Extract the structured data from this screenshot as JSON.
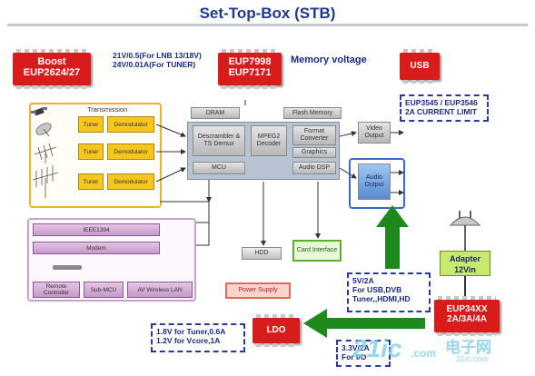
{
  "title": "Set-Top-Box (STB)",
  "chips": {
    "boost": {
      "line1": "Boost",
      "line2": "EUP2624/27"
    },
    "memory": {
      "line1": "EUP7998",
      "line2": "EUP7171"
    },
    "usb": {
      "line1": "USB"
    },
    "eup34xx": {
      "line1": "EUP34XX",
      "line2": "2A/3A/4A"
    },
    "ldo": {
      "line1": "LDO"
    }
  },
  "notes": {
    "boost_line1": "21V/0.5(For LNB 13/18V)",
    "boost_line2": "24V/0.01A(For TUNER)",
    "memory_voltage": "Memory voltage",
    "usb_line1": "EUP3545 / EUP3546",
    "usb_line2": "2A CURRENT LIMIT",
    "supply_line1": "5V/2A",
    "supply_line2": "For USB,DVB",
    "supply_line3": "Tuner,,HDMI,HD",
    "ldo_line1": "1.8V for Tuner,0.6A",
    "ldo_line2": "1.2V for Vcore,1A",
    "io_line1": "3.3V/2A",
    "io_line2": "For I/O"
  },
  "adapter": {
    "line1": "Adapter",
    "line2": "12Vin"
  },
  "blocks": {
    "transmission": "Transmission",
    "tuner": "Tuner",
    "demodulator": "Demodulator",
    "dram": "DRAM",
    "flash": "Flash Memory",
    "descrambler": "Descrambler & TS Demux",
    "mpeg2": "MPEG2 Decoder",
    "format_converter": "Format Converter",
    "graphics": "Graphics",
    "mcu": "MCU",
    "audio_dsp": "Audio DSP",
    "video_output": "Video Output",
    "audio_output": "Audio Output",
    "hdd": "HDD",
    "card_interface": "Card Interface",
    "ieee1394": "IEEE1394",
    "modem": "Modem",
    "remote_controller": "Remote Controller",
    "sub_mcu": "Sub-MCU",
    "av_wireless_lan": "AV Wireless LAN",
    "power_supply": "Power Supply"
  },
  "watermark": {
    "main": "21ic",
    "domain": ".com",
    "cn": "电子网",
    "url": "21ic.com"
  },
  "colors": {
    "chip_red": "#d81c1c",
    "title_blue": "#1f3a8a",
    "arrow_green": "#1e8a1e",
    "dash_blue": "#2a3a9a",
    "tuner_yellow": "#f7c61e",
    "panel_orange": "#f0b030",
    "panel_purple": "#c8a0d0",
    "adapter_green": "#c8e870"
  }
}
